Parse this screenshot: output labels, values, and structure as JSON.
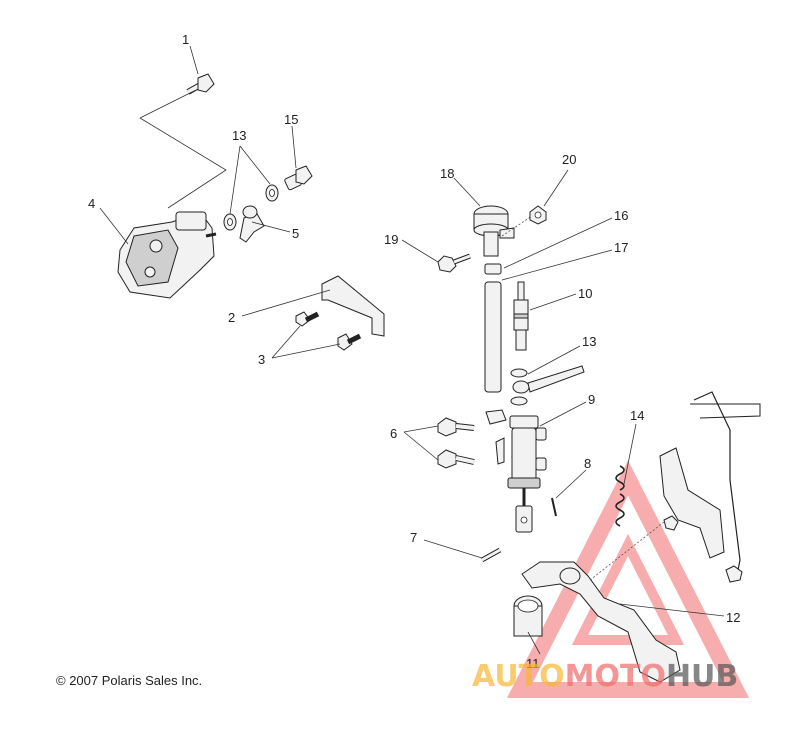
{
  "copyright": "© 2007 Polaris Sales Inc.",
  "watermark": {
    "parts": [
      "AUTO",
      "MOTO",
      "HUB"
    ],
    "colors": {
      "auto": "#f7b733",
      "moto": "#f26b6b",
      "hub": "#555555",
      "triangle": "#f26b6b"
    }
  },
  "callouts": {
    "c1": "1",
    "c2": "2",
    "c3": "3",
    "c4": "4",
    "c5": "5",
    "c6": "6",
    "c7": "7",
    "c8": "8",
    "c9": "9",
    "c10": "10",
    "c11": "11",
    "c12": "12",
    "c13a": "13",
    "c13b": "13",
    "c14": "14",
    "c15": "15",
    "c16": "16",
    "c17": "17",
    "c18": "18",
    "c19": "19",
    "c20": "20"
  }
}
